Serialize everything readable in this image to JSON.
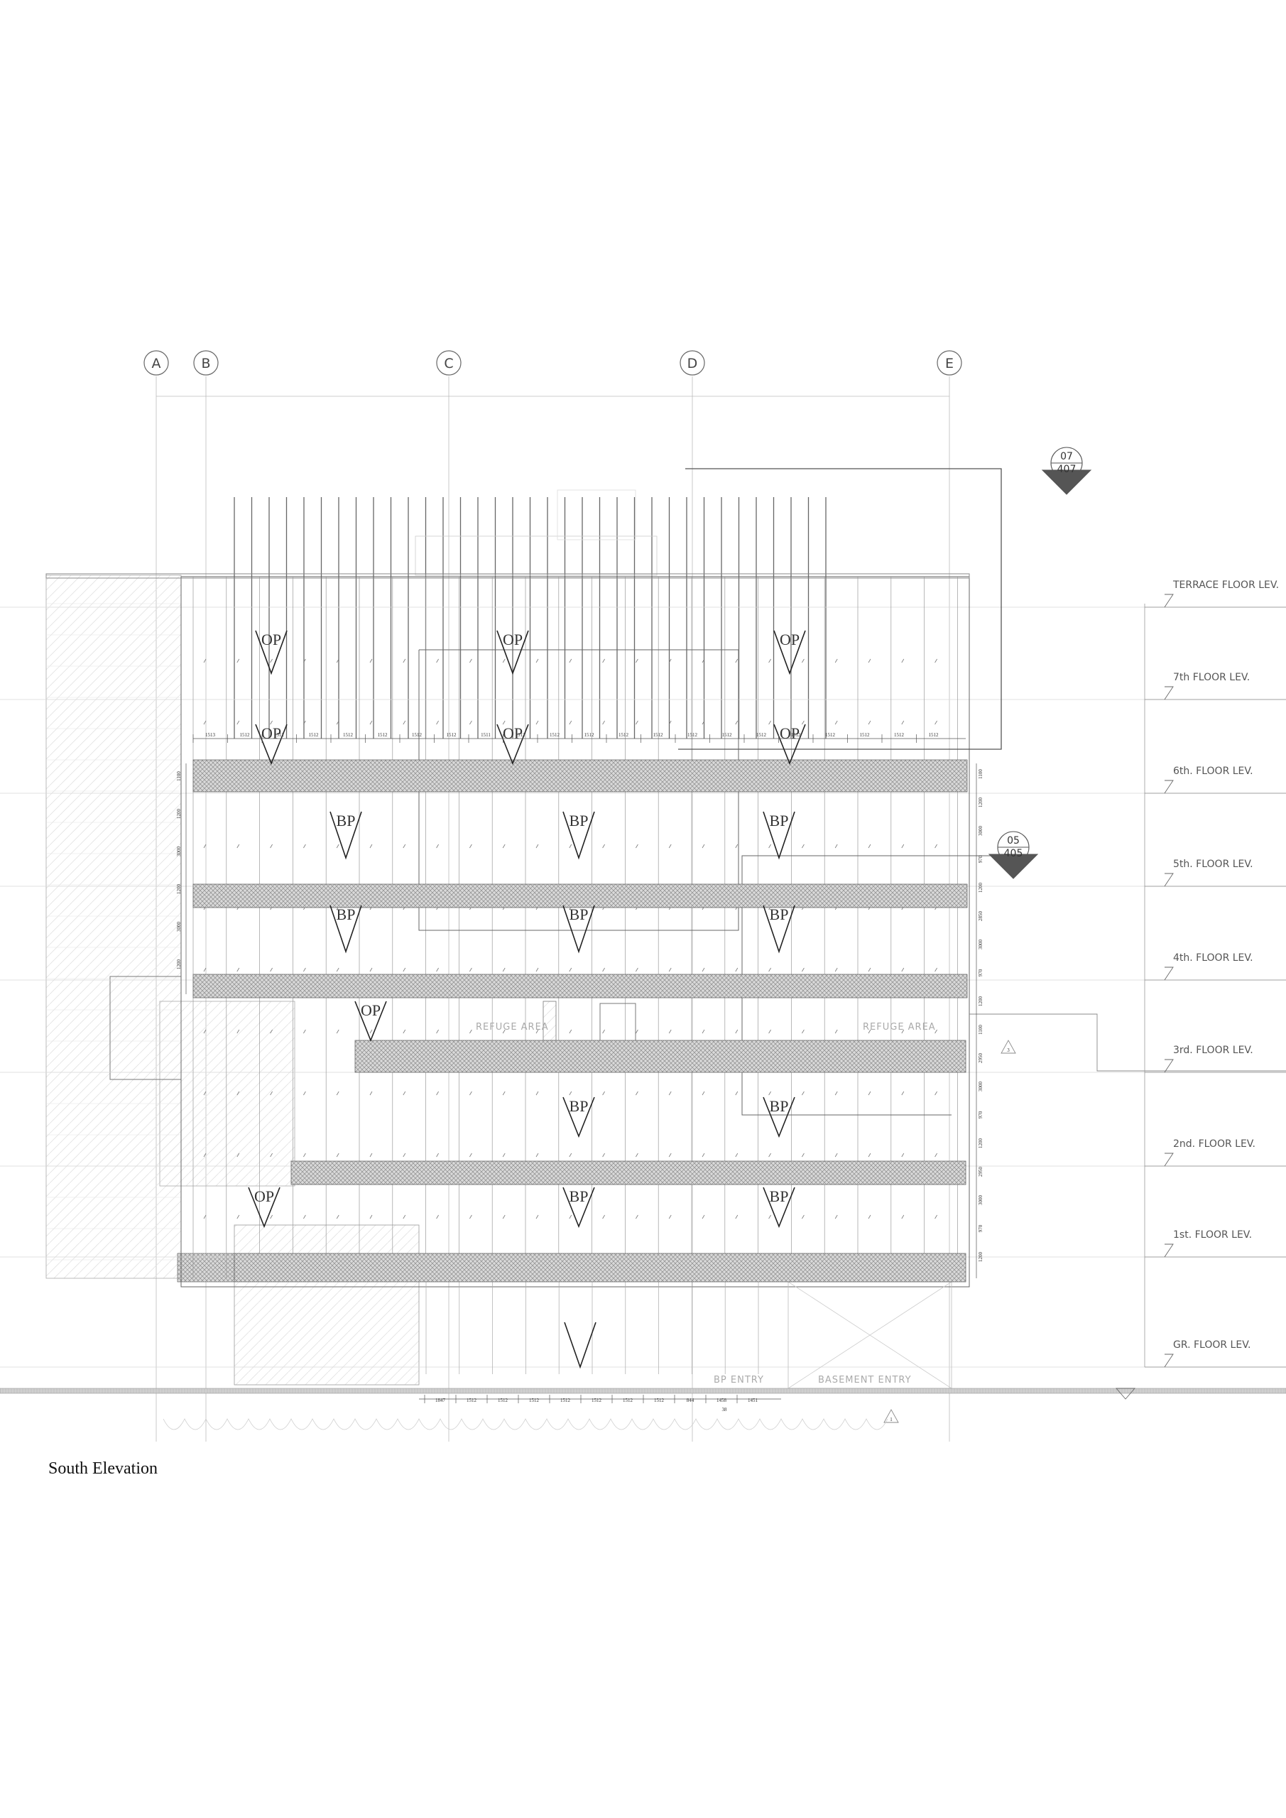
{
  "caption": "South Elevation",
  "grid_labels": [
    "A",
    "B",
    "C",
    "D",
    "E"
  ],
  "floor_levels": [
    "TERRACE FLOOR LEV.",
    "7th FLOOR LEV.",
    "6th. FLOOR LEV.",
    "5th. FLOOR LEV.",
    "4th. FLOOR LEV.",
    "3rd. FLOOR LEV.",
    "2nd. FLOOR LEV.",
    "1st. FLOOR LEV.",
    "GR. FLOOR LEV."
  ],
  "section_callouts": [
    {
      "top": "07",
      "bottom": "407"
    },
    {
      "top": "05",
      "bottom": "405"
    }
  ],
  "panel_tags": {
    "op": "OP",
    "bp": "BP"
  },
  "area_labels": {
    "refuge_left": "REFUGE AREA",
    "refuge_right": "REFUGE AREA",
    "basement_entry": "BASEMENT ENTRY",
    "bp_entry": "BP ENTRY"
  },
  "dimensions": {
    "top_row": [
      "1513",
      "1512",
      "1512",
      "1512",
      "1512",
      "1512",
      "1512",
      "1512",
      "1511",
      "1512",
      "1512",
      "1512",
      "1512",
      "1512",
      "1512",
      "1512",
      "1512",
      "1512",
      "1512",
      "1512",
      "1512",
      "1512"
    ],
    "bottom_row": [
      "1847",
      "1512",
      "1512",
      "1512",
      "1512",
      "1512",
      "1512",
      "1512",
      "844",
      "1458",
      "1451"
    ],
    "bottom_sub": "38",
    "right_col": [
      "1100",
      "1200",
      "3000",
      "970",
      "1200",
      "2850",
      "3000",
      "970",
      "1200",
      "1100",
      "2950",
      "3000",
      "970",
      "1200",
      "2950",
      "3000",
      "970",
      "1200"
    ],
    "left_col": [
      "1100",
      "1200",
      "3000",
      "1200",
      "3000",
      "1200"
    ]
  },
  "revision_marks": [
    "3",
    "1"
  ]
}
